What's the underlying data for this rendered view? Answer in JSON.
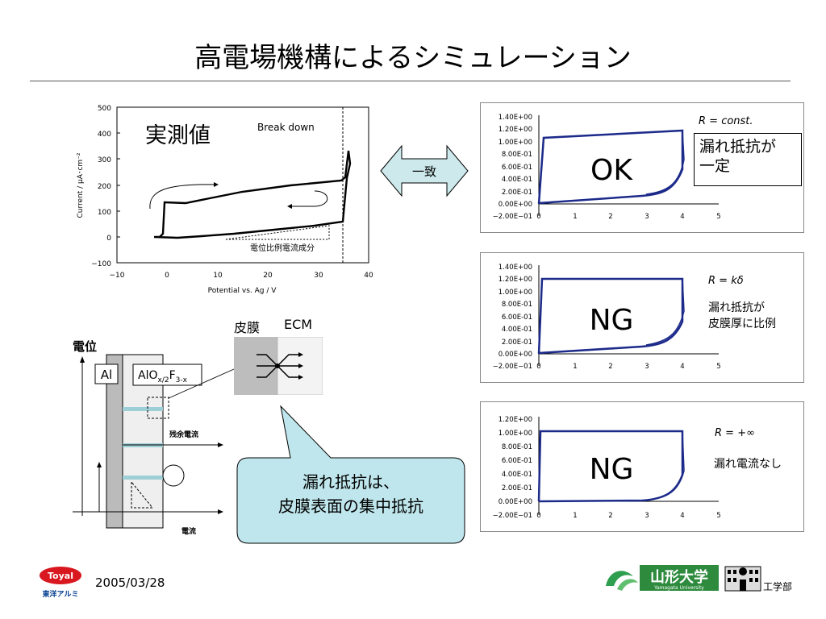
{
  "title": "高電場機構によるシミュレーション",
  "exp_chart": {
    "measured_label": "実測値",
    "breakdown_label": "Break down",
    "proportional_label": "電位比例電流成分",
    "xlabel": "Potential vs. Ag / V",
    "ylabel": "Current / μA･cm⁻²",
    "xticks": [
      "−10",
      "0",
      "10",
      "20",
      "30",
      "40"
    ],
    "yticks": [
      "500",
      "400",
      "300",
      "200",
      "100",
      "0",
      "−100"
    ]
  },
  "match_label": "一致",
  "diagram": {
    "potential_label": "電位",
    "al_label": "Al",
    "oxide_label_main": "AlO",
    "oxide_sub1": "x/2",
    "oxide_F": "F",
    "oxide_sub2": "3-x",
    "residual_label": "残余電流",
    "current_label": "電流",
    "film_label": "皮膜",
    "ecm_label": "ECM"
  },
  "bubble": {
    "line1": "漏れ抵抗は、",
    "line2": "皮膜表面の集中抵抗"
  },
  "sims": [
    {
      "verdict": "OK",
      "eq": "R = const.",
      "note_lines": [
        "漏れ抵抗が",
        "一定"
      ],
      "yticks": [
        "1.40E+00",
        "1.20E+00",
        "1.00E+00",
        "8.00E-01",
        "6.00E-01",
        "4.00E-01",
        "2.00E-01",
        "0.00E+00",
        "−2.00E−01"
      ],
      "xticks": [
        "0",
        "1",
        "2",
        "3",
        "4",
        "5"
      ]
    },
    {
      "verdict": "NG",
      "eq": "R = kδ",
      "note_lines": [
        "漏れ抵抗が",
        "皮膜厚に比例"
      ],
      "yticks": [
        "1.40E+00",
        "1.20E+00",
        "1.00E+00",
        "8.00E-01",
        "6.00E-01",
        "4.00E-01",
        "2.00E-01",
        "0.00E+00",
        "−2.00E−01"
      ],
      "xticks": [
        "0",
        "1",
        "2",
        "3",
        "4",
        "5"
      ]
    },
    {
      "verdict": "NG",
      "eq": "R = +∞",
      "note_lines": [
        "漏れ電流なし"
      ],
      "yticks": [
        "1.20E+00",
        "1.00E+00",
        "8.00E-01",
        "6.00E-01",
        "4.00E-01",
        "2.00E-01",
        "0.00E+00",
        "−2.00E−01"
      ],
      "xticks": [
        "0",
        "1",
        "2",
        "3",
        "4",
        "5"
      ]
    }
  ],
  "footer": {
    "date": "2005/03/28",
    "company_logo_text": "Toyal",
    "company_name": "東洋アルミ",
    "university": "山形大学",
    "university_en": "Yamagata University",
    "faculty": "工学部"
  }
}
